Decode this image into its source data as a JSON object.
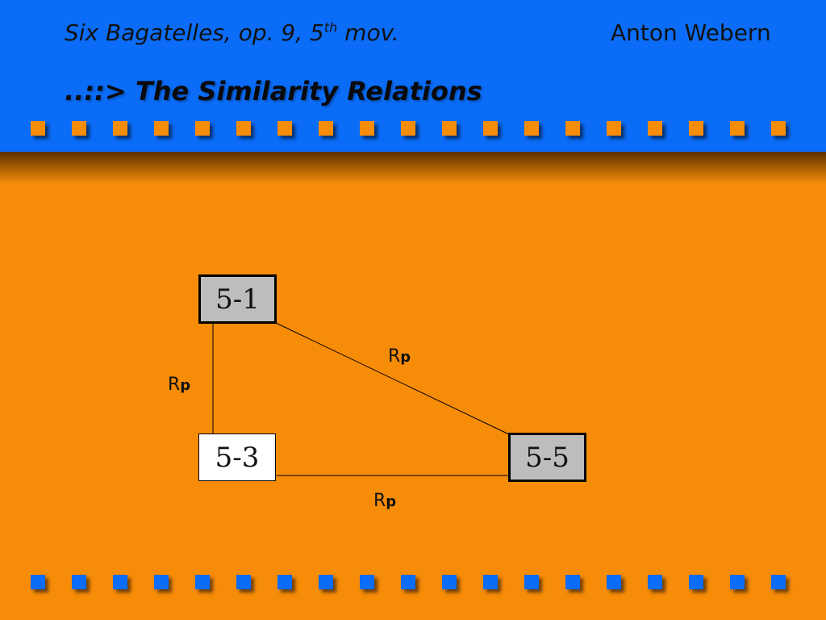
{
  "header": {
    "subtitle_main": "Six Bagatelles, op. 9, 5",
    "subtitle_sup": "th",
    "subtitle_end": " mov.",
    "author": "Anton Webern",
    "title": "..::> The Similarity Relations"
  },
  "diagram": {
    "nodes": [
      {
        "id": "5-1",
        "label": "5-1",
        "style": "highlighted"
      },
      {
        "id": "5-3",
        "label": "5-3",
        "style": "plain"
      },
      {
        "id": "5-5",
        "label": "5-5",
        "style": "highlighted"
      }
    ],
    "edges": [
      {
        "from": "5-1",
        "to": "5-3",
        "label_base": "R",
        "label_sub": "p"
      },
      {
        "from": "5-1",
        "to": "5-5",
        "label_base": "R",
        "label_sub": "p"
      },
      {
        "from": "5-3",
        "to": "5-5",
        "label_base": "R",
        "label_sub": "p"
      }
    ]
  },
  "colors": {
    "background": "#f78c08",
    "header": "#0a6cf7",
    "highlight_box": "#bdbdbd"
  }
}
